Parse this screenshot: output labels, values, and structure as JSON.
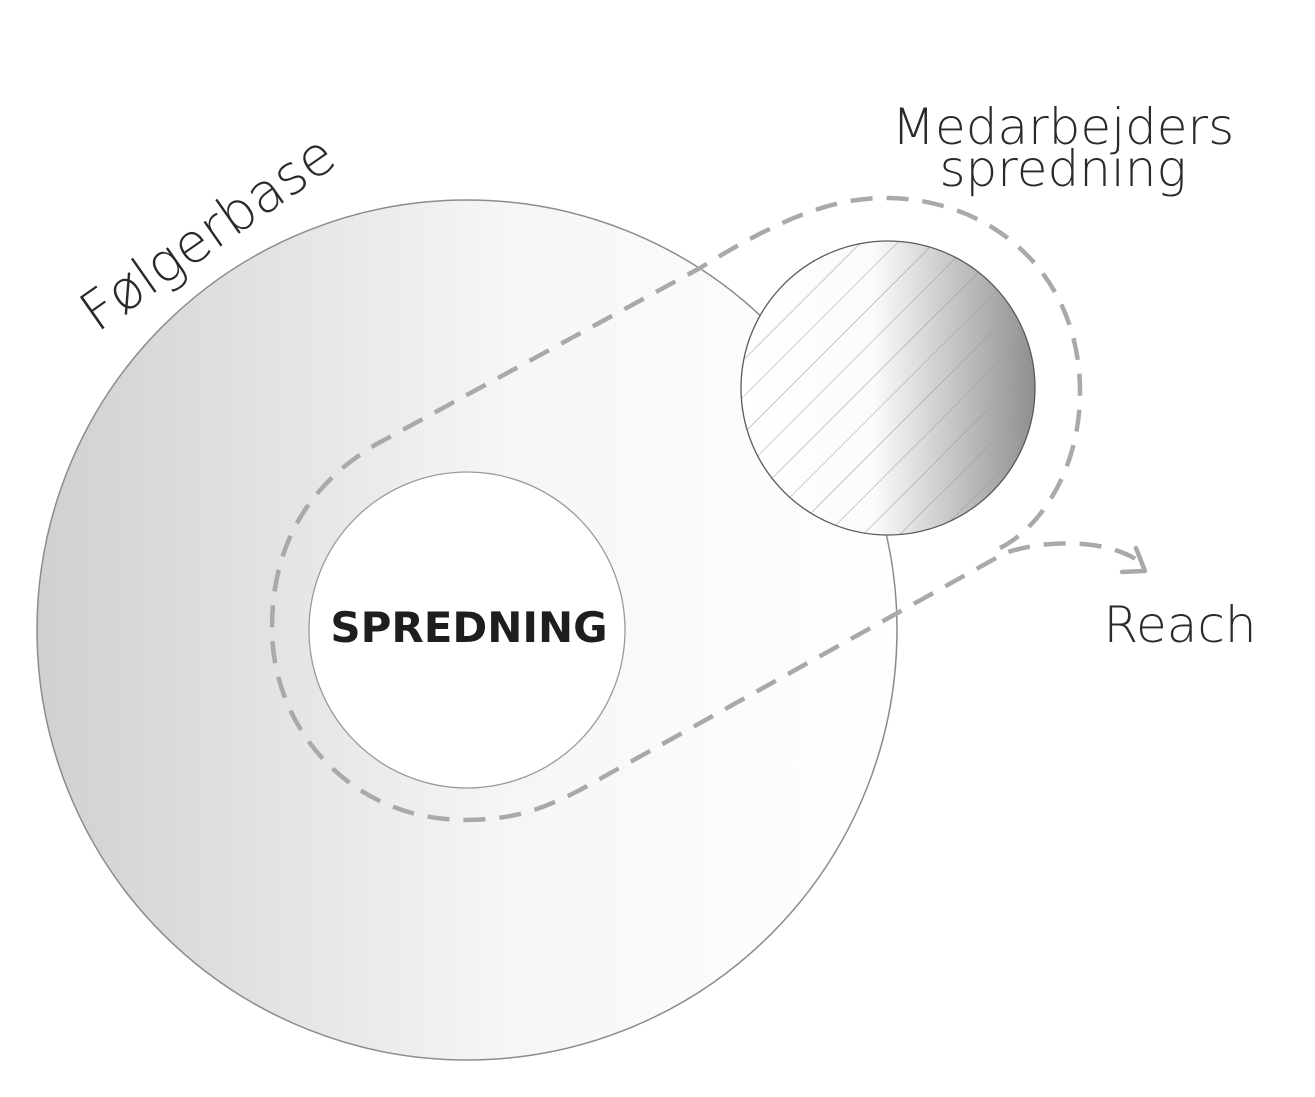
{
  "diagram": {
    "center_label": "SPREDNING",
    "outer_label": "Følgerbase",
    "employee_label_line1": "Medarbejders",
    "employee_label_line2": "spredning",
    "reach_label": "Reach"
  },
  "colors": {
    "outline": "#8a8a8a",
    "dashed_path": "#a9a9a9",
    "text": "#2a2a2a",
    "gradient_dark": "#d2d2d2",
    "gradient_light": "#ffffff"
  }
}
